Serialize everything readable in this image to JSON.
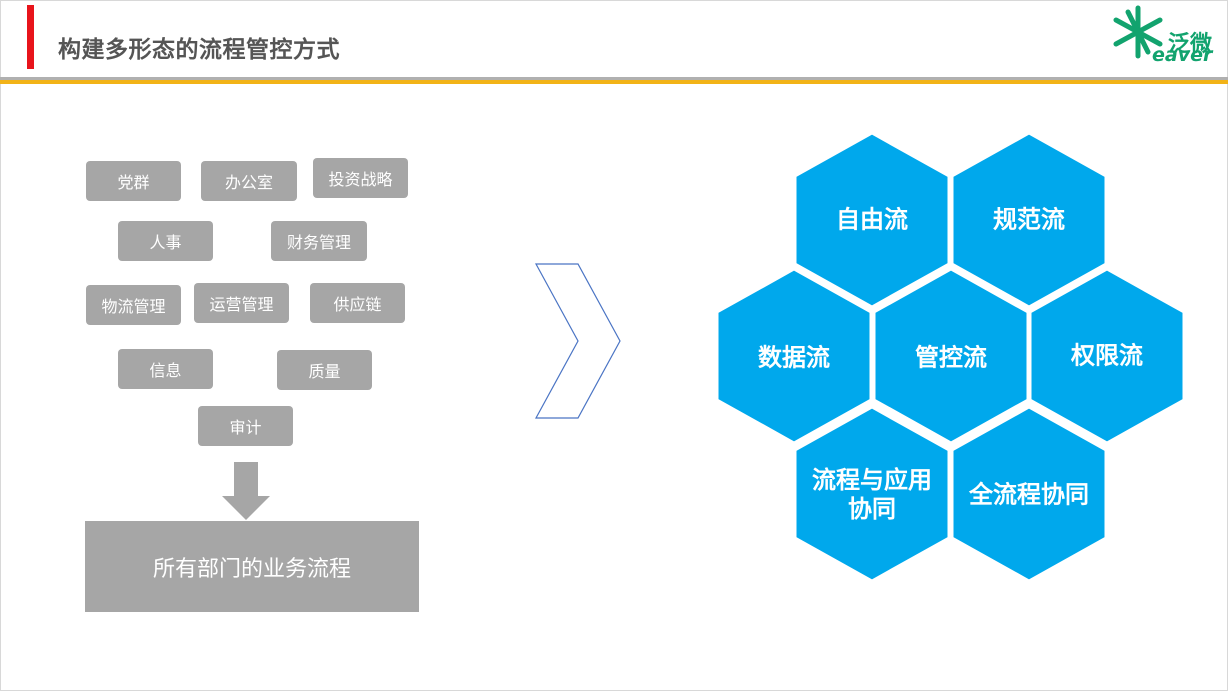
{
  "header": {
    "title": "构建多形态的流程管控方式",
    "logo": {
      "cn": "泛微",
      "en": "eaver"
    }
  },
  "departments": [
    "党群",
    "办公室",
    "投资战略",
    "人事",
    "财务管理",
    "物流管理",
    "运营管理",
    "供应链",
    "信息",
    "质量",
    "审计"
  ],
  "summary_box": "所有部门的业务流程",
  "hexagons": [
    "自由流",
    "规范流",
    "数据流",
    "管控流",
    "权限流",
    "流程与应用协同",
    "全流程协同"
  ],
  "colors": {
    "accent": "#e8141b",
    "gold": "#f2b318",
    "hex": "#00a8ec",
    "box": "#a6a6a6",
    "logo": "#12a36e"
  }
}
